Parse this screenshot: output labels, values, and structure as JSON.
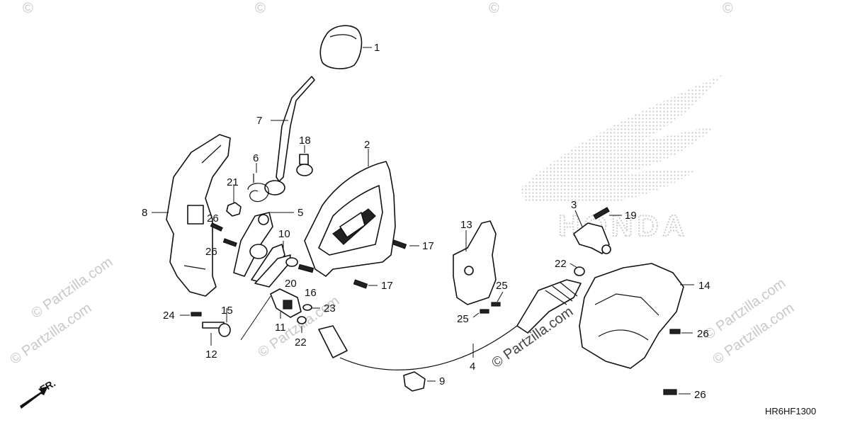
{
  "diagram": {
    "watermark": "© Partzilla.com",
    "corner_watermark": "©",
    "brand": "HONDA",
    "figure_code": "HR6HF1300",
    "direction_label": "FR.",
    "callouts": [
      "1",
      "2",
      "3",
      "4",
      "5",
      "6",
      "7",
      "8",
      "9",
      "10",
      "11",
      "12",
      "13",
      "14",
      "15",
      "16",
      "17",
      "17",
      "18",
      "19",
      "20",
      "21",
      "22",
      "22",
      "23",
      "24",
      "25",
      "25",
      "26",
      "26",
      "26",
      "26"
    ]
  }
}
